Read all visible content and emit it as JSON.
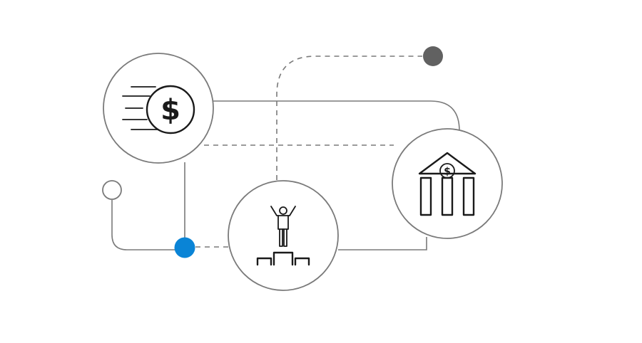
{
  "diagram": {
    "colors": {
      "connector": "#7a7a7a",
      "icon_stroke": "#1a1a1a",
      "accent_dot": "#0a84d6",
      "terminal_dot": "#616161",
      "background": "#ffffff"
    },
    "nodes": [
      {
        "id": "fast-money",
        "icon": "fast-dollar-coin-icon",
        "symbol": "$"
      },
      {
        "id": "bank",
        "icon": "bank-building-dollar-icon",
        "symbol": "$"
      },
      {
        "id": "winner",
        "icon": "person-on-podium-icon"
      }
    ]
  }
}
